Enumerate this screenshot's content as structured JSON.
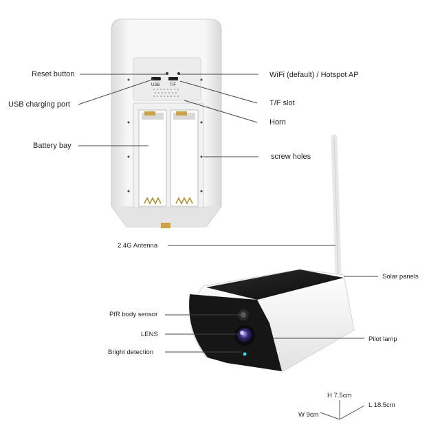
{
  "labels": {
    "reset_button": "Reset button",
    "usb_port": "USB charging port",
    "battery_bay": "Battery bay",
    "wifi": "WiFi (default) / Hotspot AP",
    "tf_slot": "T/F slot",
    "horn": "Horn",
    "screw_holes": "screw holes",
    "antenna": "2.4G Antenna",
    "solar": "Solar panels",
    "pir": "PIR body sensor",
    "lens": "LENS",
    "bright": "Bright detection",
    "pilot": "Pilot lamp"
  },
  "board_marks": {
    "usb": "USB",
    "tf": "T/F"
  },
  "dimensions": {
    "h": "H 7.5cm",
    "l": "L 18.5cm",
    "w": "W 9cm"
  },
  "colors": {
    "body": "#f4f4f4",
    "panel": "#1a1a1a",
    "line": "#444444"
  }
}
